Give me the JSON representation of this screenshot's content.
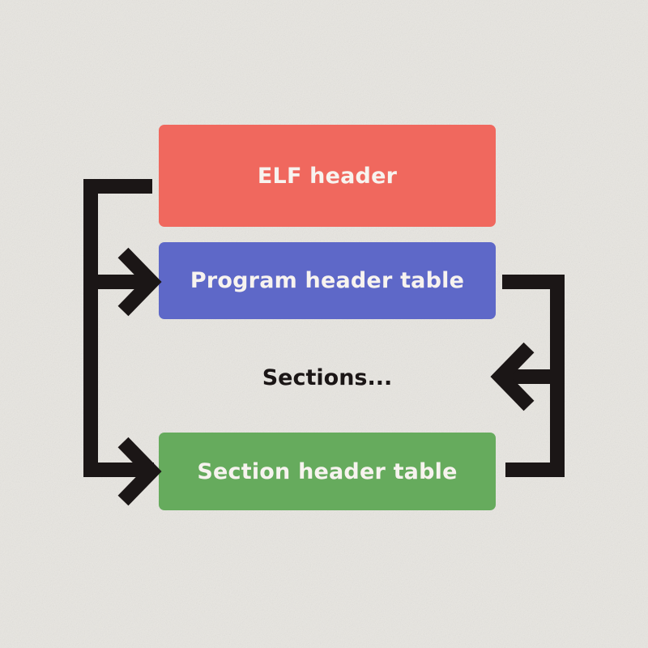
{
  "blocks": {
    "elf_header": {
      "label": "ELF header",
      "color": "#f0685e"
    },
    "program_header_table": {
      "label": "Program header table",
      "color": "#5e68c8"
    },
    "sections": {
      "label": "Sections..."
    },
    "section_header_table": {
      "label": "Section header table",
      "color": "#66ab5d"
    }
  },
  "connector_color": "#1b1616",
  "background_color": "#e8e6e1"
}
